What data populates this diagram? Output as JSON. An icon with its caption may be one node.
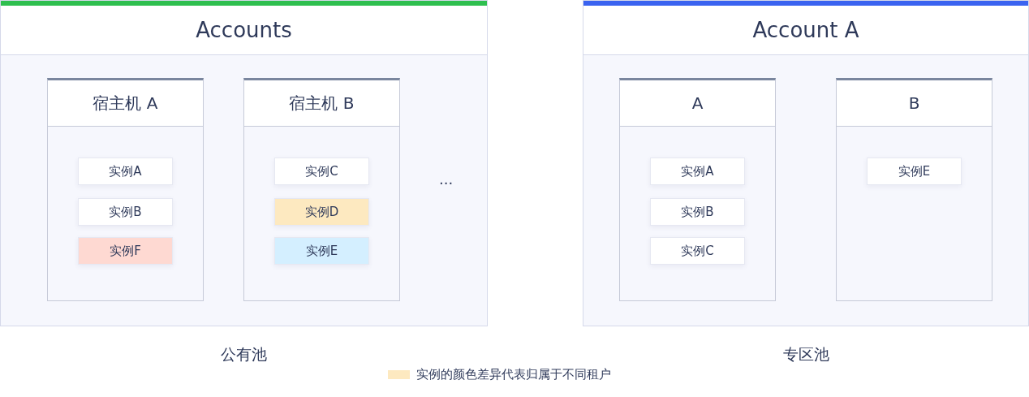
{
  "diagram": {
    "nodes": [
      {
        "text": [
          "Accounts"
        ],
        "beside": [
          "公有池"
        ]
      },
      {
        "text": [
          "宿主机 A"
        ],
        "in": 0
      },
      {
        "text": [
          "实例A"
        ],
        "in": 1
      },
      {
        "text": [
          "实例B"
        ],
        "in": 1
      },
      {
        "text": [
          "实例F"
        ],
        "in": 1
      },
      {
        "text": [
          "宿主机 B"
        ],
        "in": 0
      },
      {
        "text": [
          "实例C"
        ],
        "in": 5
      },
      {
        "text": [
          "实例D"
        ],
        "in": 5
      },
      {
        "text": [
          "实例E"
        ],
        "in": 5
      },
      {
        "text": [
          "Account A"
        ],
        "beside": [
          "专区池"
        ]
      },
      {
        "text": [
          "A"
        ],
        "in": 9
      },
      {
        "text": [
          "实例A"
        ],
        "in": 10
      },
      {
        "text": [
          "实例B"
        ],
        "in": 10
      },
      {
        "text": [
          "实例C"
        ],
        "in": 10
      },
      {
        "text": [
          "B"
        ],
        "in": 9
      },
      {
        "text": [
          "实例E"
        ],
        "in": 14
      }
    ],
    "edges": [],
    "labels": [
      "..."
    ],
    "legend": [
      {
        "text": "实例的颜色差异代表归属于不同租户",
        "color": "#fde9c0"
      }
    ]
  }
}
